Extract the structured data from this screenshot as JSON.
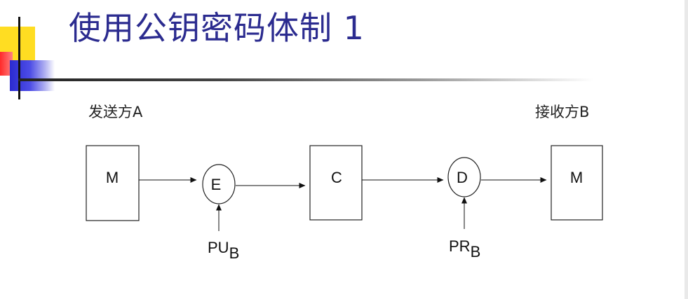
{
  "slide": {
    "title": "使用公钥密码体制 1",
    "title_color": "#2b2b8f"
  },
  "diagram": {
    "sender_label": "发送方A",
    "receiver_label": "接收方B",
    "nodes": {
      "plaintext_in": "M",
      "encrypt": "E",
      "ciphertext": "C",
      "decrypt": "D",
      "plaintext_out": "M"
    },
    "keys": {
      "public_key": {
        "main": "PU",
        "sub": "B"
      },
      "private_key": {
        "main": "PR",
        "sub": "B"
      }
    }
  }
}
